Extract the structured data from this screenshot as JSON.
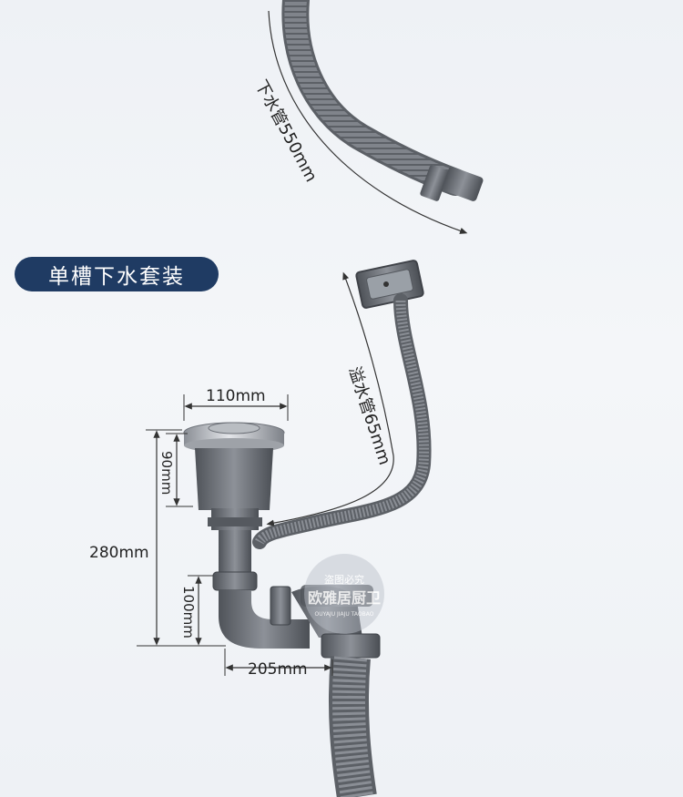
{
  "title": "单槽下水套装",
  "labels": {
    "drain_hose": "下水管550mm",
    "overflow_hose": "溢水管65mm",
    "width_top": "110mm",
    "basket_height": "90mm",
    "total_height": "280mm",
    "trap_height": "100mm",
    "width_bottom": "205mm"
  },
  "watermark": {
    "line1": "盗图必究",
    "line2": "欧雅居厨卫",
    "line3": "OUYAJU JIAJU TAOBAO"
  },
  "colors": {
    "badge_bg": "#1f3b63",
    "hose_gray": "#7b7f86",
    "steel": "#c9ccd1",
    "dim_line": "#333333"
  }
}
